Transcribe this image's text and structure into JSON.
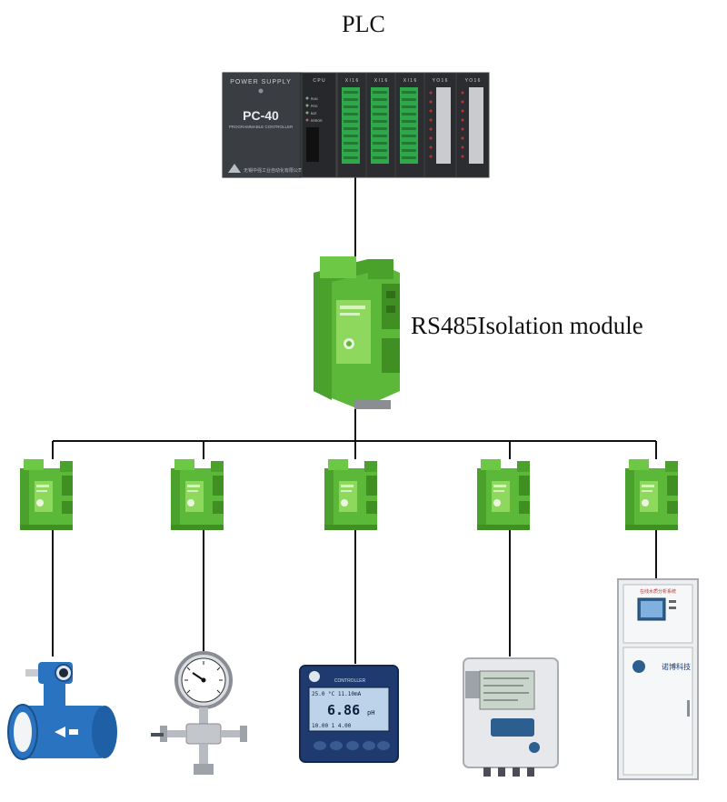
{
  "labels": {
    "plc": "PLC",
    "isolation_module": "RS485Isolation module"
  },
  "plc": {
    "power_supply_label": "POWER SUPPLY",
    "model": "PC-40",
    "model_subtitle": "PROGRAMMABLE CONTROLLER",
    "maker": "无锡中强工业自动化有限公司",
    "cpu_label": "C P U",
    "status_leds": [
      "RUN",
      "PRG",
      "BAT",
      "ERROR"
    ],
    "io_modules": [
      "X I 1 6",
      "X I 1 6",
      "X I 1 6",
      "Y O 1 6",
      "Y O 1 6"
    ]
  },
  "devices": {
    "ph_controller": {
      "brand": "CONTROLLER",
      "line1": "25.0 °C 11.10mA",
      "main_value": "6.86",
      "unit": "pH",
      "line3": "10.00 1 4.00"
    },
    "analyzer_cabinet": {
      "header": "在线水质分析系统",
      "brand": "诺博科技"
    }
  },
  "colors": {
    "module_green": "#5cb838",
    "module_dark": "#3f8f22",
    "module_light": "#8fd85e",
    "plc_body": "#2d2f33",
    "flowmeter_blue": "#2a73c0",
    "controller_navy": "#1e3a6e",
    "line": "#111111"
  }
}
